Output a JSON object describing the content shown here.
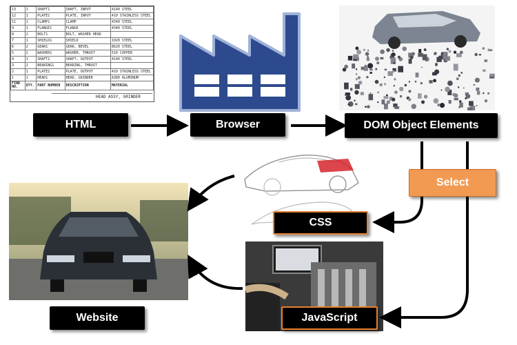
{
  "labels": {
    "html": "HTML",
    "browser": "Browser",
    "dom": "DOM Object Elements",
    "select": "Select",
    "css": "CSS",
    "javascript": "JavaScript",
    "website": "Website"
  },
  "parts_table": {
    "rows": [
      [
        "13",
        "1",
        "SHAFT1",
        "SHAFT, INPUT",
        "4140 STEEL"
      ],
      [
        "12",
        "1",
        "PLATE1",
        "PLATE, INPUT",
        "410 STAINLESS STEEL"
      ],
      [
        "11",
        "1",
        "CLAMP1",
        "CLAMP",
        "4340 STEEL"
      ],
      [
        "9",
        "1",
        "FLANGE1",
        "FLANGE",
        "4340 STEEL"
      ],
      [
        "8",
        "2",
        "BOLT1",
        "BOLT, WASHER HEAD",
        ""
      ],
      [
        "7",
        "1",
        "SHIELD1",
        "SHIELD",
        "1020 STEEL"
      ],
      [
        "6",
        "2",
        "GEAR1",
        "GEAR, BEVEL",
        "8620 STEEL"
      ],
      [
        "5",
        "2",
        "WASHER1",
        "WASHER, THRUST",
        "510 COPPER"
      ],
      [
        "4",
        "1",
        "SHAFT2",
        "SHAFT, OUTPUT",
        "4140 STEEL"
      ],
      [
        "3",
        "2",
        "BEARING1",
        "BEARING, THRUST",
        ""
      ],
      [
        "2",
        "1",
        "PLATE2",
        "PLATE, OUTPUT",
        "410 STAINLESS STEEL"
      ],
      [
        "1",
        "1",
        "HEAD1",
        "HEAD, GRINDER",
        "A380 ALUMINUM"
      ]
    ],
    "header": [
      "FIND NO.",
      "QTY.",
      "PART NUMBER",
      "DESCRIPTION",
      "MATERIAL"
    ],
    "title_block": "HEAD ASSY, GRINDER"
  },
  "colors": {
    "label_bg": "#000000",
    "select_orange": "#f29a52",
    "accent_border": "#e8812f",
    "factory_blue": "#2e4a8e"
  }
}
